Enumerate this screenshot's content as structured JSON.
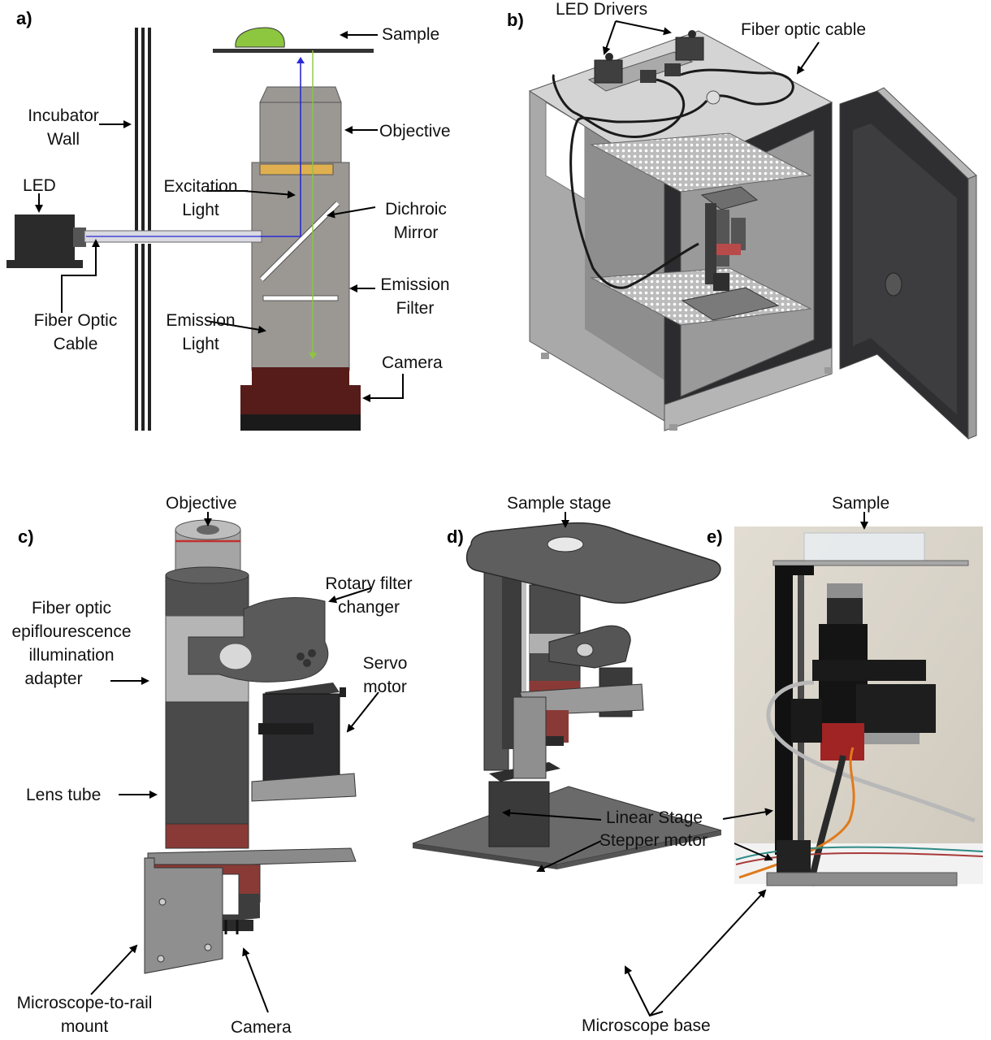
{
  "figure": {
    "panels": [
      {
        "id": "a",
        "label": "a)",
        "type": "optical schematic"
      },
      {
        "id": "b",
        "label": "b)",
        "type": "incubator CAD render"
      },
      {
        "id": "c",
        "label": "c)",
        "type": "microscope CAD render"
      },
      {
        "id": "d",
        "label": "d)",
        "type": "microscope on stand CAD render"
      },
      {
        "id": "e",
        "label": "e)",
        "type": "photograph"
      }
    ]
  },
  "panel_a": {
    "label": "a)",
    "callouts": {
      "sample": "Sample",
      "incubator_wall": [
        "Incubator",
        "Wall"
      ],
      "objective": "Objective",
      "led": "LED",
      "excitation_light": [
        "Excitation",
        "Light"
      ],
      "dichroic_mirror": [
        "Dichroic",
        "Mirror"
      ],
      "emission_filter": [
        "Emission",
        "Filter"
      ],
      "fiber_optic_cable": [
        "Fiber Optic",
        "Cable"
      ],
      "emission_light": [
        "Emission",
        "Light"
      ],
      "camera": "Camera"
    },
    "colors": {
      "sample": "#8dc63f",
      "excitation_path": "#2a2ad6",
      "emission_path": "#8dc63f",
      "tube": "#9b9894",
      "filter_block": "#e0b050",
      "camera": "#561c1a",
      "camera_base": "#1a1a1a",
      "led": "#2b2b2b"
    }
  },
  "panel_b": {
    "label": "b)",
    "callouts": {
      "led_drivers": "LED Drivers",
      "fiber_optic_cable": "Fiber optic cable"
    }
  },
  "panel_c": {
    "label": "c)",
    "callouts": {
      "objective": "Objective",
      "rotary_filter_changer": [
        "Rotary filter",
        "changer"
      ],
      "adapter": [
        "Fiber optic",
        "epiflourescence",
        "illumination",
        "adapter"
      ],
      "servo_motor": [
        "Servo",
        "motor"
      ],
      "lens_tube": "Lens tube",
      "rail_mount": [
        "Microscope-to-rail",
        "mount"
      ],
      "camera": "Camera"
    }
  },
  "panel_d": {
    "label": "d)",
    "callouts": {
      "sample_stage": "Sample stage",
      "linear_stage": "Linear Stage",
      "stepper_motor": "Stepper motor",
      "microscope_base": "Microscope base"
    }
  },
  "panel_e": {
    "label": "e)",
    "callouts": {
      "sample": "Sample"
    }
  }
}
